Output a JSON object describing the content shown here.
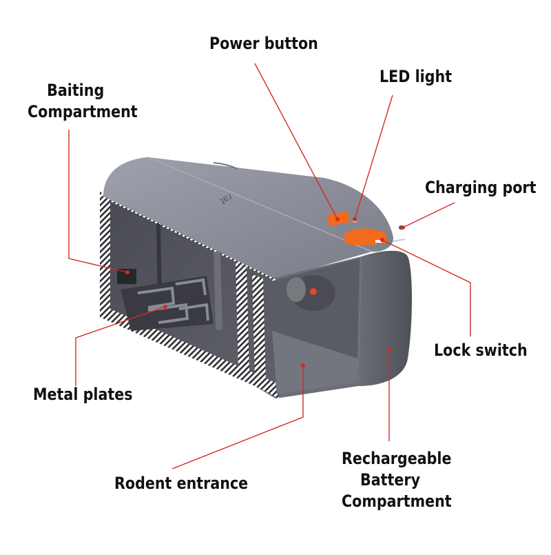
{
  "colors": {
    "leader_line": "#d32a22",
    "body_top": "#8e909b",
    "body_front": "#5d5f69",
    "body_dark": "#3f4048",
    "accent_orange": "#f26a1b",
    "background": "#ffffff"
  },
  "device_marking": "ʇɐɹ",
  "labels": {
    "power_button": "Power button",
    "led_light": "LED light",
    "charging_port": "Charging port",
    "lock_switch": "Lock switch",
    "baiting_compartment": [
      "Baiting",
      "Compartment"
    ],
    "metal_plates": "Metal plates",
    "rodent_entrance": "Rodent entrance",
    "battery_compartment": [
      "Rechargeable",
      "Battery",
      "Compartment"
    ]
  }
}
